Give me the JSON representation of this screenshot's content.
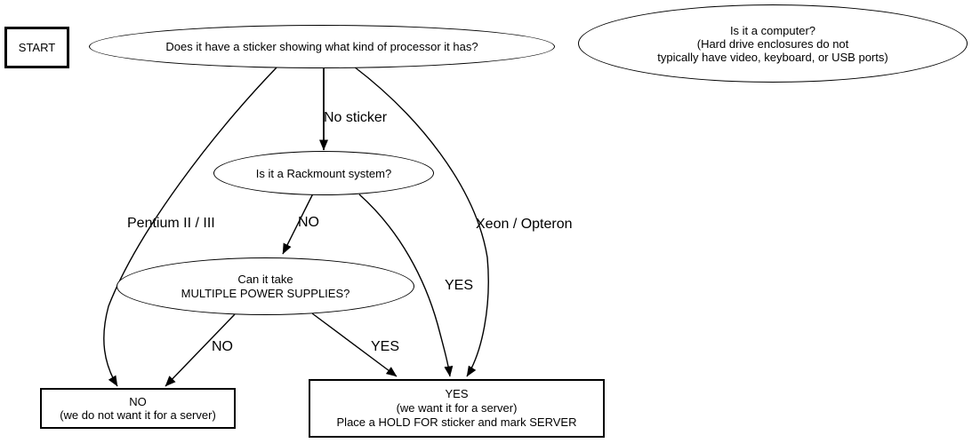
{
  "nodes": {
    "start": {
      "label": "START"
    },
    "sticker_question": {
      "label": "Does it have a sticker showing what kind of processor it has?"
    },
    "computer_note": {
      "lines": [
        "Is it a computer?",
        "(Hard drive enclosures do not",
        "typically have video, keyboard, or USB ports)"
      ]
    },
    "rackmount_question": {
      "label": "Is it a Rackmount system?"
    },
    "power_question": {
      "lines": [
        "Can it take",
        "MULTIPLE POWER SUPPLIES?"
      ]
    },
    "no_result": {
      "lines": [
        "NO",
        "(we do not want it for a server)"
      ]
    },
    "yes_result": {
      "lines": [
        "YES",
        "(we want it for a server)",
        "Place a HOLD FOR sticker and mark SERVER"
      ]
    }
  },
  "edges": [
    {
      "from": "sticker_question",
      "to": "rackmount_question",
      "label": "No sticker"
    },
    {
      "from": "sticker_question",
      "to": "no_result",
      "label": "Pentium II / III"
    },
    {
      "from": "sticker_question",
      "to": "yes_result",
      "label": "Xeon / Opteron"
    },
    {
      "from": "rackmount_question",
      "to": "power_question",
      "label": "NO"
    },
    {
      "from": "rackmount_question",
      "to": "yes_result",
      "label": "YES"
    },
    {
      "from": "power_question",
      "to": "no_result",
      "label": "NO"
    },
    {
      "from": "power_question",
      "to": "yes_result",
      "label": "YES"
    }
  ],
  "colors": {
    "stroke": "#000000",
    "background": "#ffffff",
    "text": "#000000"
  }
}
